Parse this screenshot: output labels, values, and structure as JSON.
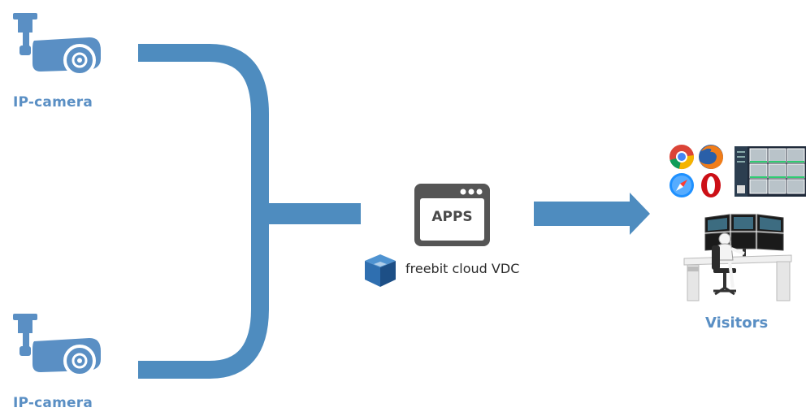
{
  "cameras": [
    {
      "label": "IP-camera"
    },
    {
      "label": "IP-camera"
    }
  ],
  "app": {
    "badge": "APPS"
  },
  "cloud": {
    "name": "freebit cloud VDC"
  },
  "destination": {
    "label": "Visitors"
  },
  "colors": {
    "connector": "#4e8cbf",
    "camera": "#5a8fc4",
    "app_window": "#555555",
    "label": "#5a8fc4",
    "logo": "#2f6fb0"
  },
  "icons": [
    "security-camera-icon",
    "app-window-icon",
    "freebit-logo-icon",
    "browser-icons",
    "monitoring-dashboard-icon",
    "operator-workstation-icon",
    "arrow-right-icon"
  ]
}
